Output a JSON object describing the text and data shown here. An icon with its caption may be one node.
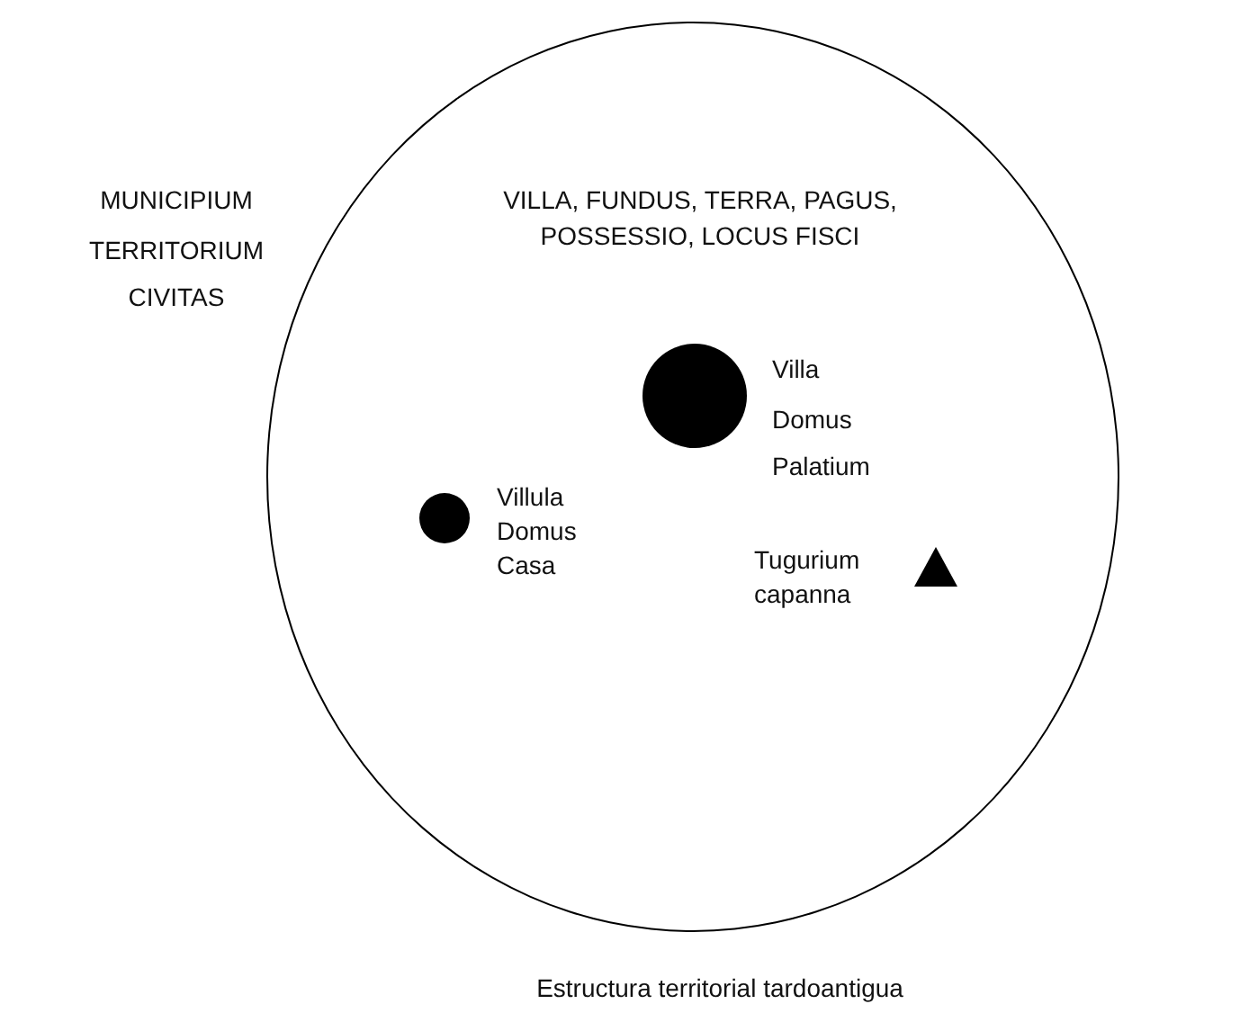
{
  "diagram": {
    "caption": "Estructura territorial tardoantigua",
    "nodes": [
      {
        "text": [
          "VILLA, FUNDUS, TERRA, PAGUS, POSSESSIO, LOCUS FISCI"
        ]
      },
      {
        "text": [],
        "shape": "circle",
        "in": 0,
        "beside": [
          "Villa",
          "Domus",
          "Palatium"
        ]
      },
      {
        "text": [],
        "shape": "circle",
        "in": 0,
        "beside": [
          "Villula",
          "Domus",
          "Casa"
        ]
      },
      {
        "text": [],
        "shape": "triangle",
        "in": 0,
        "beside": [
          "Tugurium",
          "capanna"
        ]
      }
    ],
    "labels": [
      "MUNICIPIUM",
      "TERRITORIUM",
      "CIVITAS"
    ]
  }
}
